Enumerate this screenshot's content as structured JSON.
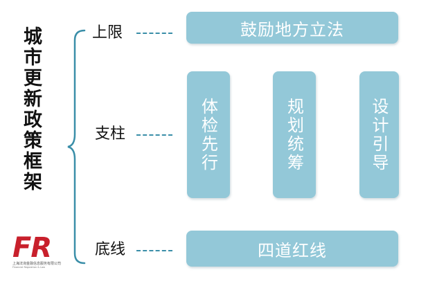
{
  "title": "城市更新政策框架",
  "levels": {
    "top": {
      "label": "上限",
      "box": "鼓励地方立法"
    },
    "middle": {
      "label": "支柱",
      "pillars": [
        "体检先行",
        "规划统筹",
        "设计引导"
      ]
    },
    "bottom": {
      "label": "底线",
      "box": "四道红线"
    }
  },
  "logo": {
    "letters": "FR",
    "name_cn": "上海法询金融信息服务有限公司",
    "name_en": "Financial Regulation & Law"
  },
  "colors": {
    "box": "#93c8d8",
    "box_text": "#ffffff",
    "connector": "#3a8ea8",
    "logo": "#c8202c"
  }
}
